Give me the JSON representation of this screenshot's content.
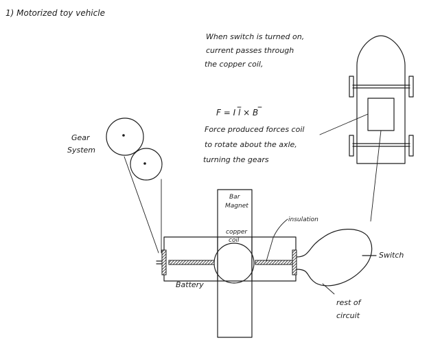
{
  "title": "1) Motorized toy vehicle",
  "notes": {
    "switch_line1": "When switch is turned on,",
    "switch_line2": "current passes through",
    "switch_line3": "the copper coil,",
    "formula": "F = I l × B",
    "force_line1": "Force produced forces coil",
    "force_line2": "to rotate about the axle,",
    "force_line3": "turning the gears"
  },
  "labels": {
    "gear_line1": "Gear",
    "gear_line2": "System",
    "magnet_line1": "Bar",
    "magnet_line2": "Magnet",
    "coil_line1": "copper",
    "coil_line2": "coil",
    "insulation": "insulation",
    "switch": "Switch",
    "battery": "Battery",
    "rest_line1": "rest of",
    "rest_line2": "circuit"
  }
}
